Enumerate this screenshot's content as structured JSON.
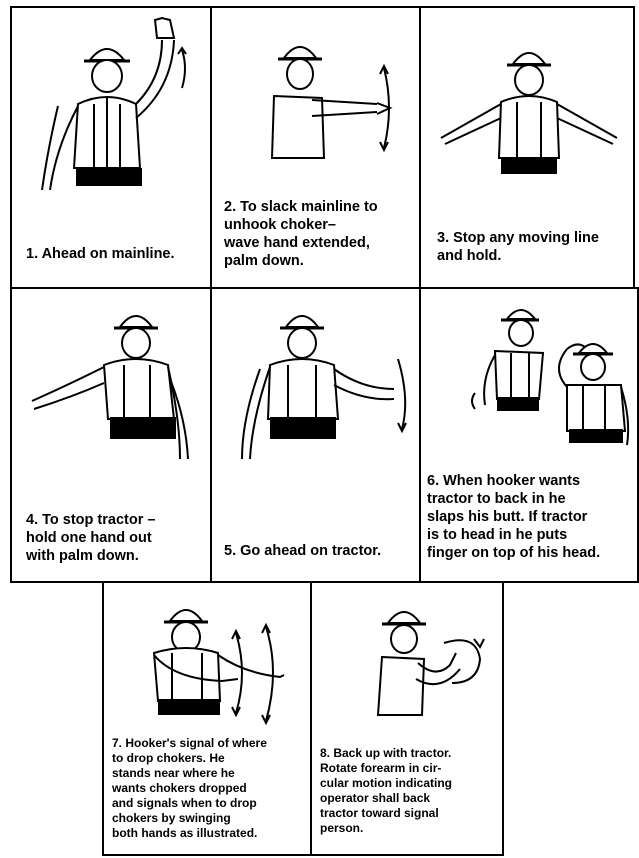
{
  "signals": [
    {
      "text": "1.  Ahead on mainline."
    },
    {
      "text": "2.  To slack mainline to\n     unhook choker–\n     wave hand extended,\n     palm down."
    },
    {
      "text": "3.  Stop any moving line\n     and hold."
    },
    {
      "text": "4.  To stop tractor –\n     hold one hand out\n     with palm down."
    },
    {
      "text": "5.  Go ahead on tractor."
    },
    {
      "text": "6.  When hooker wants\n     tractor to back in he\n     slaps his butt.  If tractor\n     is to head in he puts\n     finger on top of his head."
    },
    {
      "text": "7.  Hooker's signal of where\n     to drop chokers.  He\n     stands near where he\n     wants chokers dropped\n     and signals when to drop\n     chokers by swinging\n     both hands as illustrated."
    },
    {
      "text": "8.  Back up with tractor.\n     Rotate forearm in cir-\n     cular motion indicating\n     operator shall back\n     tractor toward signal\n     person."
    }
  ]
}
